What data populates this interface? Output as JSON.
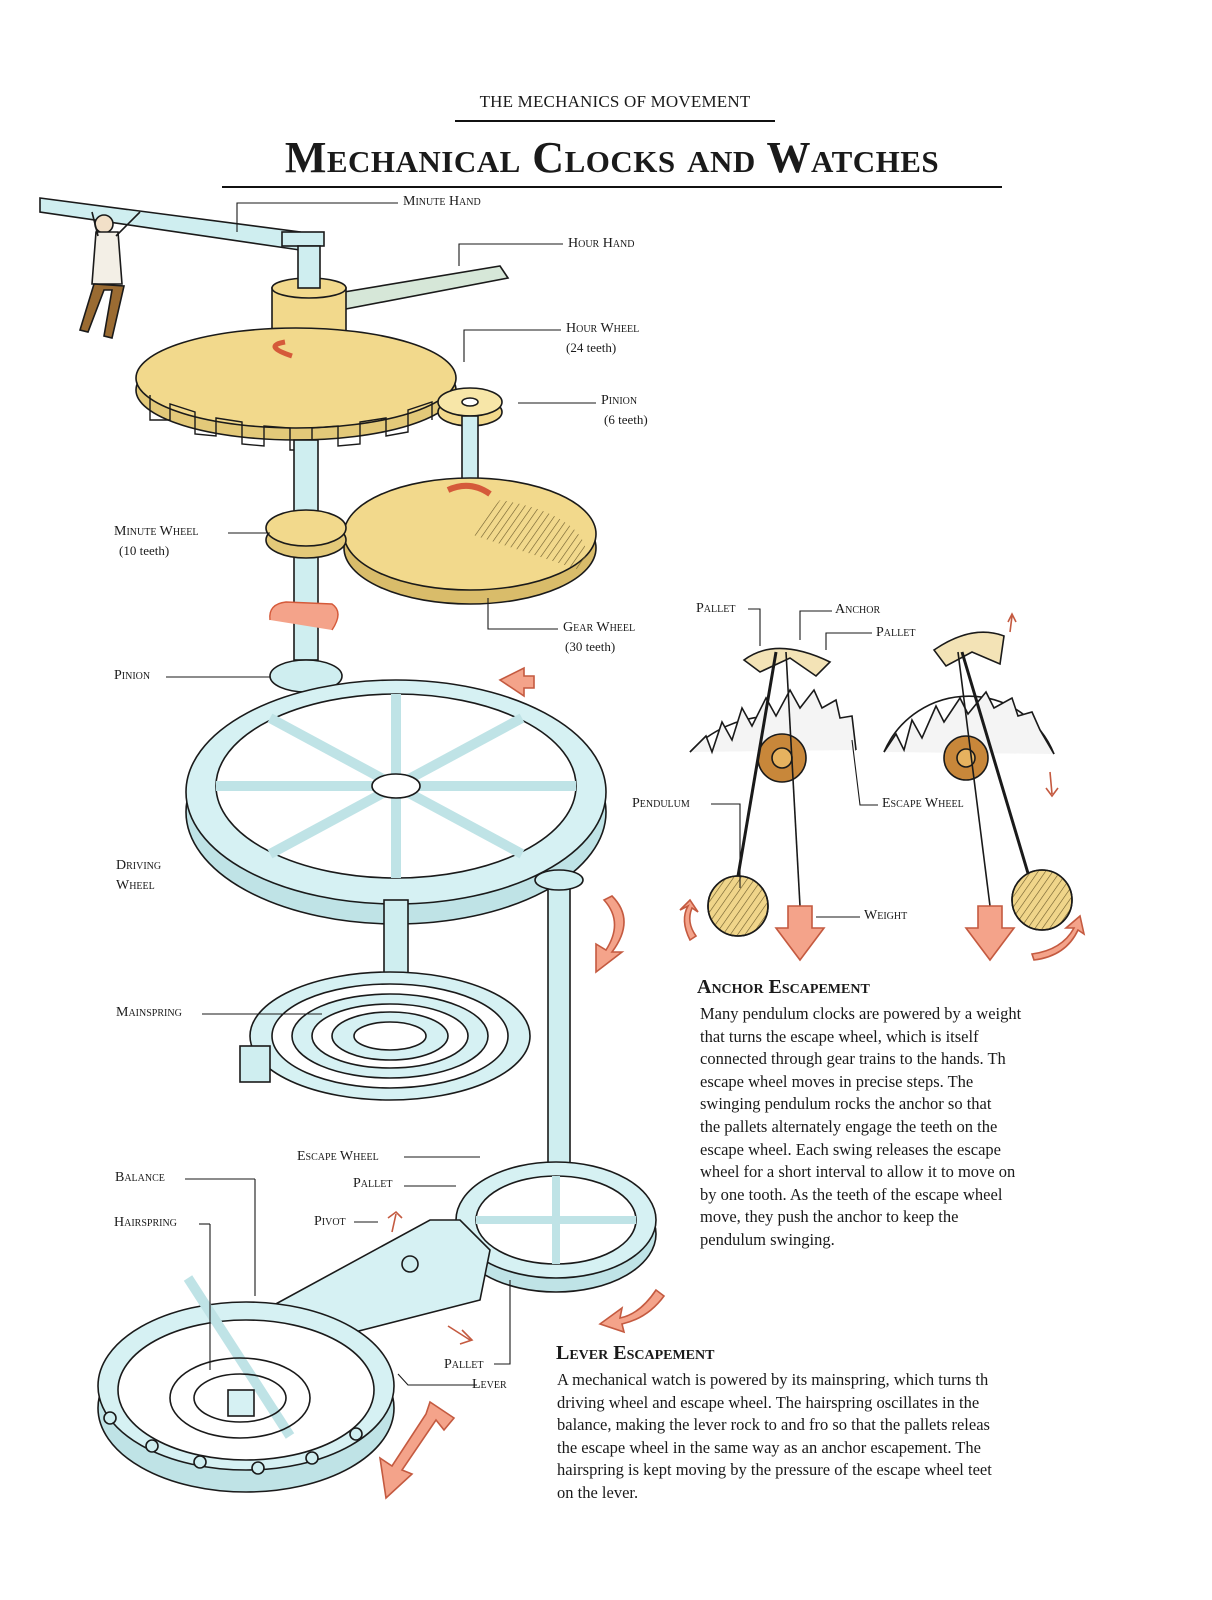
{
  "header": {
    "kicker": "THE MECHANICS OF MOVEMENT",
    "title": "Mechanical Clocks and Watches"
  },
  "labels": {
    "minute_hand": "Minute Hand",
    "hour_hand": "Hour Hand",
    "hour_wheel": "Hour Wheel",
    "hour_wheel_teeth": "(24 teeth)",
    "pinion_top": "Pinion",
    "pinion_top_teeth": "(6 teeth)",
    "minute_wheel": "Minute Wheel",
    "minute_wheel_teeth": "(10 teeth)",
    "gear_wheel": "Gear Wheel",
    "gear_wheel_teeth": "(30 teeth)",
    "pinion_left": "Pinion",
    "driving_wheel_1": "Driving",
    "driving_wheel_2": "Wheel",
    "mainspring": "Mainspring",
    "escape_wheel_lower": "Escape Wheel",
    "balance": "Balance",
    "pallet_lower_top": "Pallet",
    "hairspring": "Hairspring",
    "pivot": "Pivot",
    "pallet_lower_bottom": "Pallet",
    "lever": "Lever",
    "anchor_pallet_left": "Pallet",
    "anchor": "Anchor",
    "anchor_pallet_right": "Pallet",
    "pendulum": "Pendulum",
    "escape_wheel_anchor": "Escape Wheel",
    "weight": "Weight"
  },
  "anchor_escapement": {
    "heading": "Anchor Escapement",
    "lines": [
      "Many pendulum clocks are powered by a weight",
      "that turns the escape wheel, which is itself",
      "connected through gear trains to the hands. Th",
      "escape wheel moves in precise steps. The",
      "swinging pendulum rocks the anchor so that",
      "the pallets alternately engage the teeth on the",
      "escape wheel. Each swing releases the escape",
      "wheel for a short interval to allow it to move on",
      "by one tooth. As the teeth of the escape wheel",
      "move, they push the anchor to keep the",
      "pendulum swinging."
    ]
  },
  "lever_escapement": {
    "heading": "Lever Escapement",
    "lines": [
      "A mechanical watch is powered by its mainspring, which turns th",
      "driving wheel and escape wheel. The hairspring oscillates in the",
      "balance, making the lever rock to and fro so that the pallets releas",
      "the escape wheel in the same way as an anchor escapement. The",
      "hairspring is kept moving by the pressure of the escape wheel teet",
      "on the lever."
    ]
  },
  "colors": {
    "gear_yellow": "#f2d98c",
    "gear_blue": "#cfeef0",
    "arrow_salmon": "#f08f77",
    "pendulum_bob": "#f0d58a",
    "ink": "#1a1a1a"
  }
}
